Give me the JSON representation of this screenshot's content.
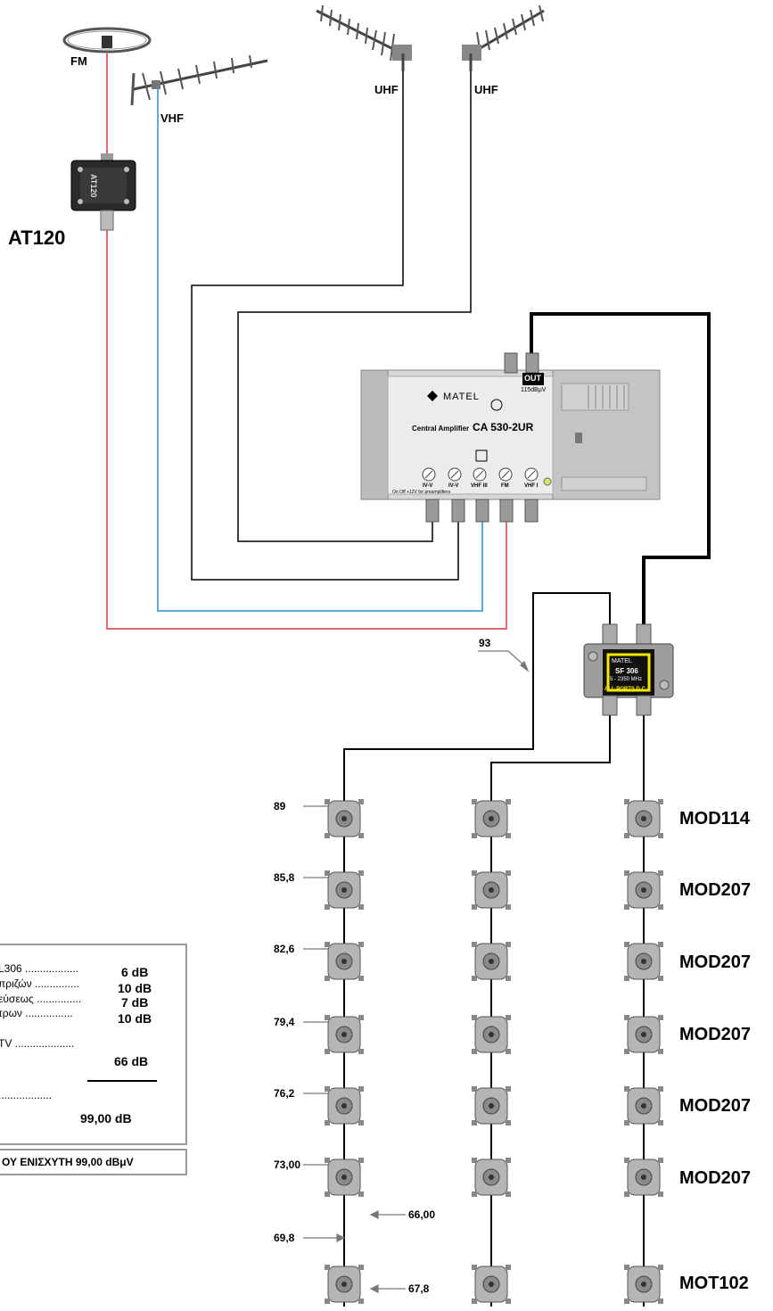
{
  "antennas": {
    "fm_label": "FM",
    "vhf_label": "VHF",
    "uhf1_label": "UHF",
    "uhf2_label": "UHF"
  },
  "preamp": {
    "label": "AT120",
    "body_text": "AT120"
  },
  "amplifier": {
    "brand": "MATEL",
    "type_text": "Central Amplifier",
    "model": "CA 530-2UR",
    "out_label": "OUT",
    "out_level": "115dBμV",
    "inputs": [
      "IV-V",
      "IV-V",
      "VHF III",
      "FM",
      "VHF I"
    ],
    "power_note": "On  Off  +12V for preamplifiers"
  },
  "splitter": {
    "brand": "MATEL",
    "model": "SF 306",
    "range": "5 - 2350 MHz",
    "note": "ALL PORTS D.C."
  },
  "levels": {
    "left_levels": [
      "89",
      "85,8",
      "82,6",
      "79,4",
      "76,2",
      "73,00",
      "69,8"
    ],
    "splitter_out": "93",
    "tap_outputs": [
      "66,00",
      "67,8"
    ]
  },
  "outlets": {
    "labels": [
      "MOD114",
      "MOD207",
      "MOD207",
      "MOD207",
      "MOD207",
      "MOD207",
      "MOT102"
    ]
  },
  "calc": {
    "rows": [
      {
        "text": "L306 ..................",
        "value": "6 dB"
      },
      {
        "text": "πριζών ...............",
        "value": "10 dB"
      },
      {
        "text": "εύσεως ...............",
        "value": "7 dB"
      },
      {
        "text": "τρων ................",
        "value": "10 dB"
      }
    ],
    "tv_row": "TV ....................",
    "tv_value": "66 dB",
    "sum_dots": "..................",
    "total": "99,00  dB"
  },
  "output": {
    "text": "ΟΥ ΕΝΙΣΧΥΤΗ  99,00 dBμV"
  },
  "colors": {
    "fm_wire": "#d9363e",
    "vhf_wire": "#2a8fd1",
    "black_wire": "#000000"
  }
}
